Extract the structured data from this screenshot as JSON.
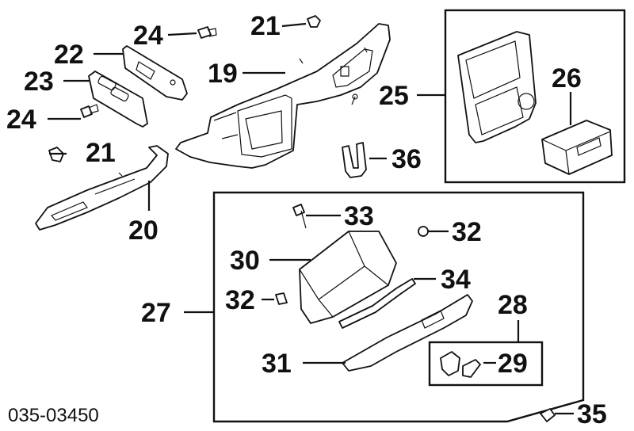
{
  "diagram": {
    "drawing_code": "035-03450",
    "callouts": {
      "c19": "19",
      "c20": "20",
      "c21a": "21",
      "c21b": "21",
      "c22": "22",
      "c23": "23",
      "c24a": "24",
      "c24b": "24",
      "c25": "25",
      "c26": "26",
      "c27": "27",
      "c28": "28",
      "c29": "29",
      "c30": "30",
      "c31": "31",
      "c32a": "32",
      "c32b": "32",
      "c33": "33",
      "c34": "34",
      "c35": "35",
      "c36": "36"
    }
  }
}
